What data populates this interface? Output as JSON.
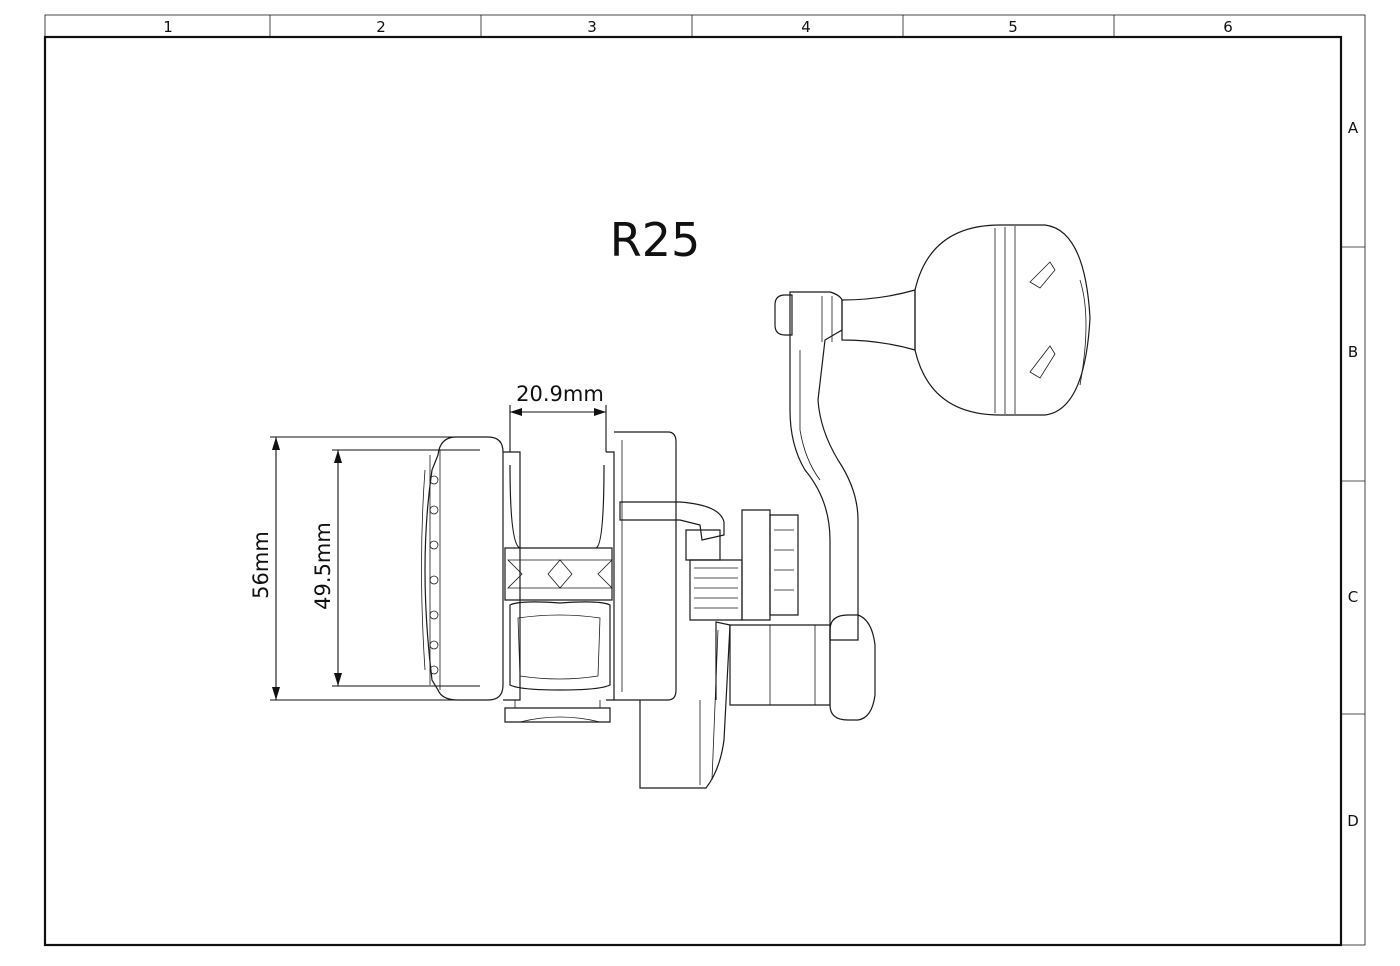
{
  "drawing": {
    "title": "R25",
    "dimensions": {
      "spool_width": "20.9mm",
      "outer_height": "56mm",
      "inner_height": "49.5mm"
    }
  },
  "border": {
    "columns": [
      "1",
      "2",
      "3",
      "4",
      "5",
      "6"
    ],
    "rows": [
      "A",
      "B",
      "C",
      "D"
    ]
  }
}
